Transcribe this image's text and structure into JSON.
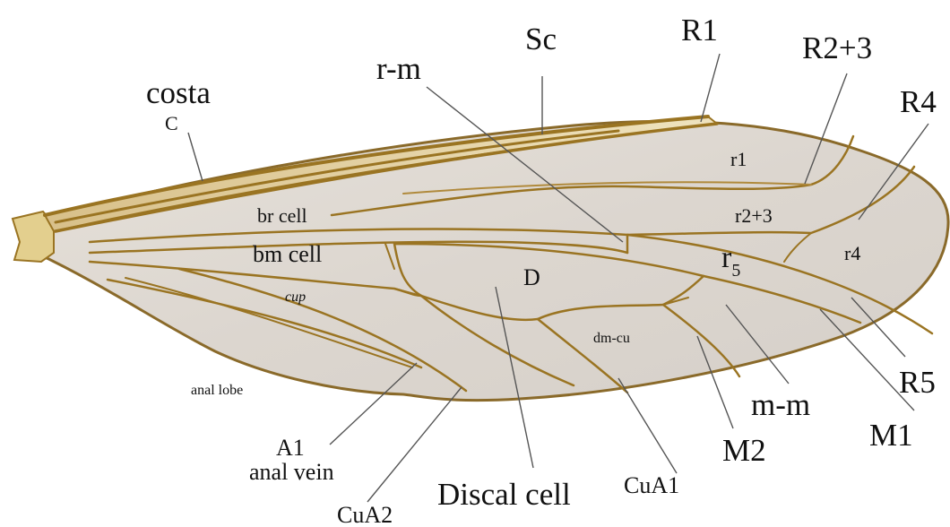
{
  "labels": {
    "costa": "costa",
    "c": "C",
    "sc": "Sc",
    "r1_vein": "R1",
    "r_m": "r-m",
    "r2_3_vein": "R2+3",
    "r4_vein": "R4",
    "r5_vein": "R5",
    "m1": "M1",
    "m2": "M2",
    "m_m": "m-m",
    "r1_cell": "r1",
    "r2_3_cell": "r2+3",
    "r4_cell": "r4",
    "r5_cell": "r",
    "r5_cell_sub": "5",
    "br_cell": "br cell",
    "bm_cell": "bm cell",
    "cup": "cup",
    "d": "D",
    "dm_cu": "dm-cu",
    "anal_lobe": "anal lobe",
    "a1": "A1",
    "anal_vein": "anal vein",
    "cua2": "CuA2",
    "discal_cell": "Discal cell",
    "cua1": "CuA1"
  },
  "colors": {
    "membrane": "#ddd7d0",
    "vein": "#9a7422",
    "costal_band": "#e8d8a8",
    "label": "#111111",
    "pointer": "#555555"
  }
}
